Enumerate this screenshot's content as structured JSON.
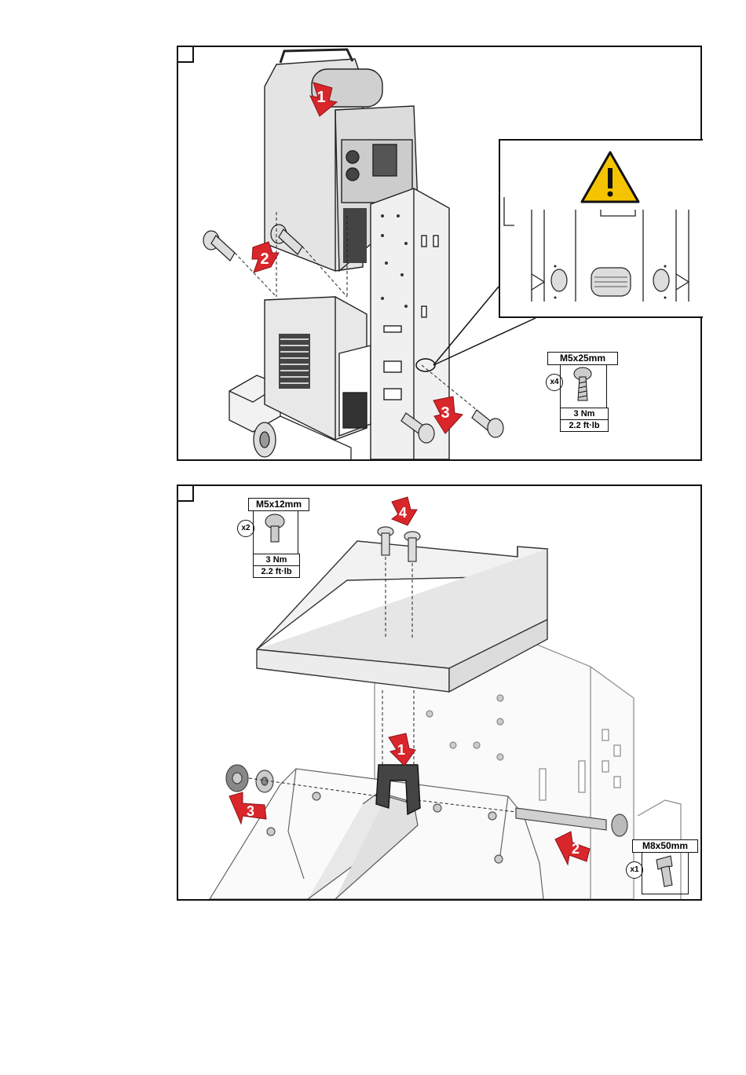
{
  "figure_top": {
    "step_arrows": [
      "1",
      "2",
      "3"
    ],
    "warning_icon": "warning-triangle-icon",
    "screw_spec": {
      "size": "M5x25mm",
      "quantity": "x4",
      "torque_nm": "3 Nm",
      "torque_ftlb": "2.2 ft·lb"
    }
  },
  "figure_bottom": {
    "step_arrows": [
      "1",
      "2",
      "3",
      "4"
    ],
    "screw_spec_small": {
      "size": "M5x12mm",
      "quantity": "x2",
      "torque_nm": "3 Nm",
      "torque_ftlb": "2.2 ft·lb"
    },
    "screw_spec_bolt": {
      "size": "M8x50mm",
      "quantity": "x1"
    }
  },
  "colors": {
    "arrow_red": "#d9262b",
    "warning_yellow": "#f5c400",
    "line": "#1a1a1a",
    "metal": "#e6e6e6"
  }
}
